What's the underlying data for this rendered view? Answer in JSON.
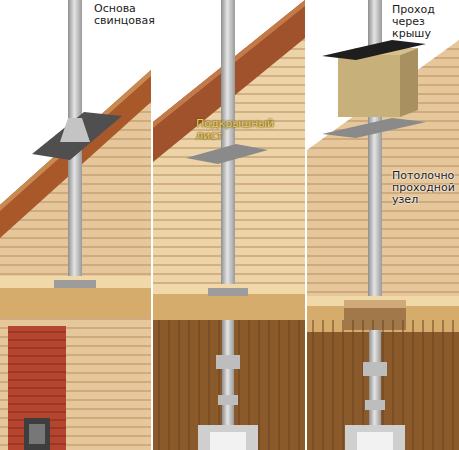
{
  "diagram": {
    "labels": [
      "Основа свинцовая",
      "Подкрышный лист",
      "Проход через крышу",
      "Потолочно проходной узел"
    ]
  }
}
